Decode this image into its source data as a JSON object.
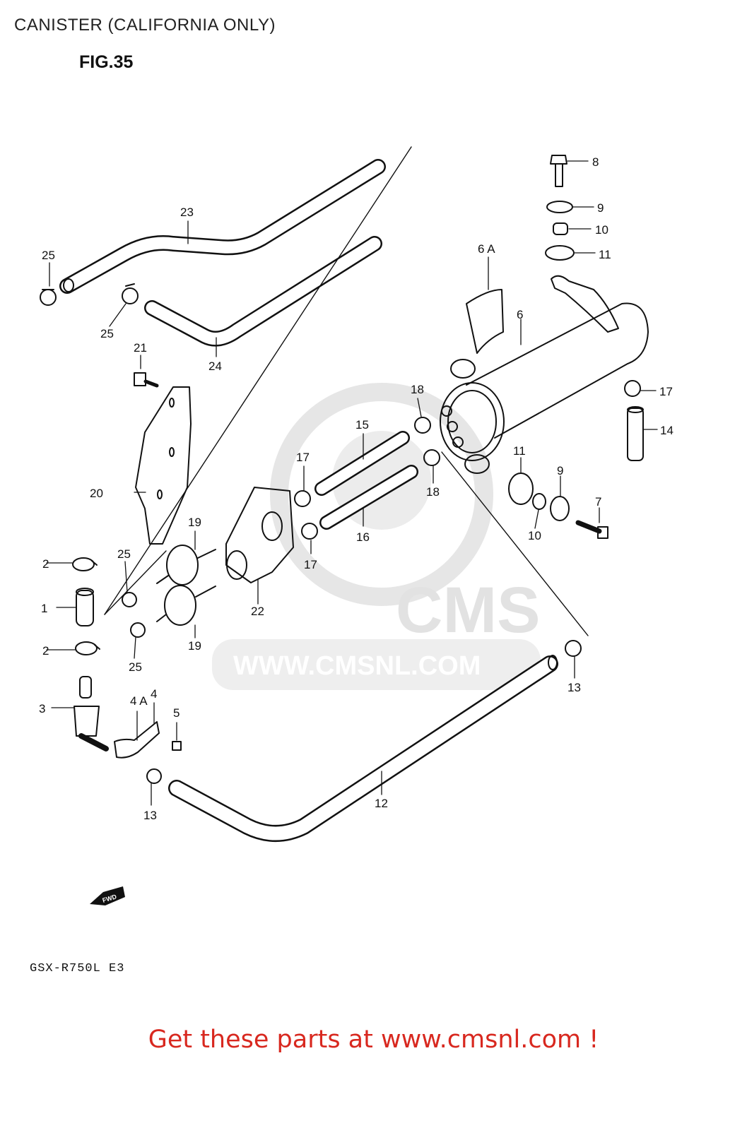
{
  "header": {
    "title": "CANISTER (CALIFORNIA ONLY)",
    "figure": "FIG.35"
  },
  "watermark": {
    "logo": "CMS",
    "url": "WWW.CMSNL.COM"
  },
  "footer": {
    "model": "GSX-R750L E3",
    "cta": "Get these parts at www.cmsnl.com !"
  },
  "arrow": {
    "label": "FWD"
  },
  "callouts": {
    "c1": "1",
    "c2a": "2",
    "c2b": "2",
    "c3": "3",
    "c4a": "4 A",
    "c4": "4",
    "c5": "5",
    "c6a": "6 A",
    "c6": "6",
    "c7": "7",
    "c8": "8",
    "c9a": "9",
    "c9b": "9",
    "c10a": "10",
    "c10b": "10",
    "c11a": "11",
    "c11b": "11",
    "c12": "12",
    "c13a": "13",
    "c13b": "13",
    "c14": "14",
    "c15": "15",
    "c16": "16",
    "c17a": "17",
    "c17b": "17",
    "c17c": "17",
    "c18a": "18",
    "c18b": "18",
    "c19a": "19",
    "c19b": "19",
    "c20": "20",
    "c21": "21",
    "c22": "22",
    "c23": "23",
    "c24": "24",
    "c25a": "25",
    "c25b": "25",
    "c25c": "25",
    "c25d": "25"
  },
  "colors": {
    "link": "#d8281f",
    "watermark": "#e2e2e2",
    "ink": "#111111"
  }
}
